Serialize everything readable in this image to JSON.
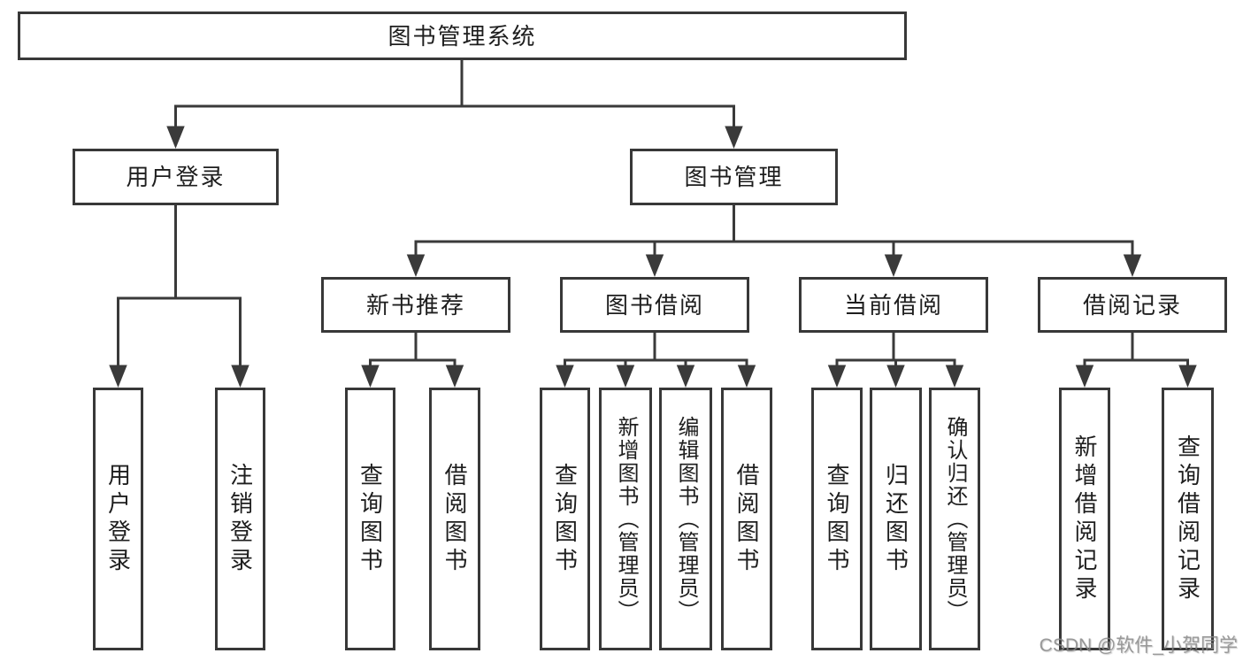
{
  "diagram_title": "图书管理系统",
  "watermark": "CSDN @软件_小贺同学",
  "colors": {
    "line": "#3a3a3a",
    "box_border": "#383838",
    "text": "#1e1e1e",
    "watermark": "#878787",
    "background": "#ffffff"
  },
  "nodes": {
    "root": {
      "label": "图书管理系统"
    },
    "user_login": {
      "label": "用户登录"
    },
    "book_management": {
      "label": "图书管理"
    },
    "leaf_user_login": {
      "label": "用户登录"
    },
    "leaf_logout": {
      "label": "注销登录"
    },
    "new_book_recommend": {
      "label": "新书推荐"
    },
    "book_borrow": {
      "label": "图书借阅"
    },
    "current_borrow": {
      "label": "当前借阅"
    },
    "borrow_records": {
      "label": "借阅记录"
    },
    "nbr_query_book": {
      "label": "查询图书"
    },
    "nbr_borrow_book": {
      "label": "借阅图书"
    },
    "bb_query_book": {
      "label": "查询图书"
    },
    "bb_add_book": {
      "label": "新增图书（管理员）"
    },
    "bb_edit_book": {
      "label": "编辑图书（管理员）"
    },
    "bb_borrow_book": {
      "label": "借阅图书"
    },
    "cb_query_book": {
      "label": "查询图书"
    },
    "cb_return_book": {
      "label": "归还图书"
    },
    "cb_confirm_return": {
      "label": "确认归还（管理员）"
    },
    "br_add_record": {
      "label": "新增借阅记录"
    },
    "br_query_record": {
      "label": "查询借阅记录"
    }
  },
  "structure_note": "图书管理系统 → 用户登录(用户登录, 注销登录); 图书管理 → 新书推荐(查询图书, 借阅图书), 图书借阅(查询图书, 新增图书（管理员）, 编辑图书（管理员）, 借阅图书), 当前借阅(查询图书, 归还图书, 确认归还（管理员）), 借阅记录(新增借阅记录, 查询借阅记录)"
}
